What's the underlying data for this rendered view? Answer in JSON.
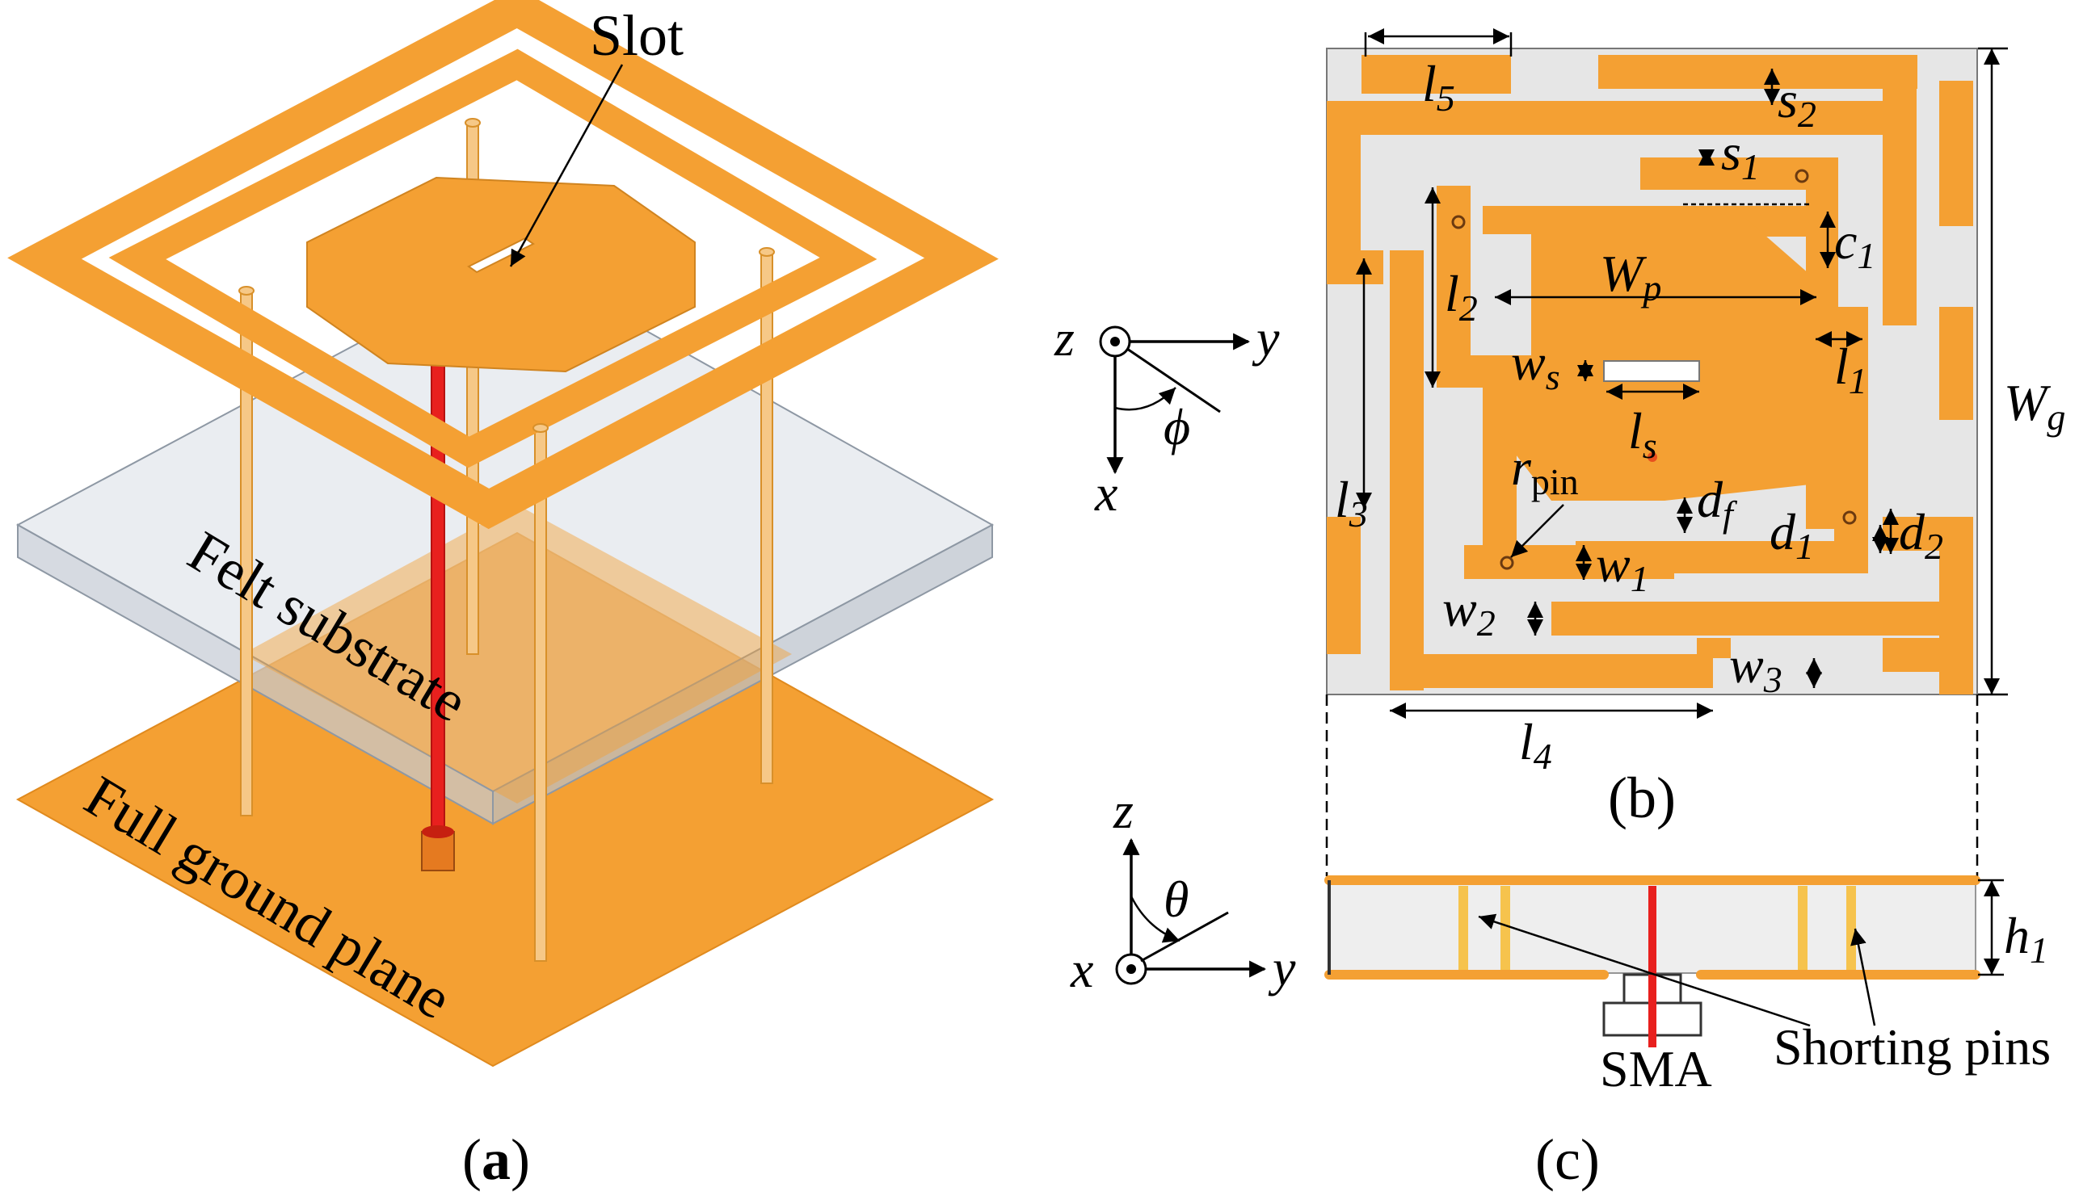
{
  "colors": {
    "copper": "#F4A033",
    "copper_dark": "#E8952A",
    "gap": "#E6E6E6",
    "feed": "#E8201E",
    "pin": "#F6C34D",
    "substrate": "#CDD3DB"
  },
  "panel_a": {
    "caption_open": "(",
    "caption_letter": "a",
    "caption_close": ")",
    "slot_label": "Slot",
    "substrate_label": "Felt substrate",
    "ground_label": "Full ground plane"
  },
  "panel_b": {
    "caption": "(b)",
    "labels": {
      "l5": "5",
      "s2": "2",
      "s1": "1",
      "c1": "1",
      "Wp": "p",
      "l2": "2",
      "ws": "s",
      "ls": "s",
      "l1": "1",
      "Wg": "g",
      "l3": "3",
      "rpin": "pin",
      "df": "f",
      "d1": "1",
      "d2": "2",
      "w1": "1",
      "w2": "2",
      "w3": "3",
      "l4": "4"
    },
    "axes": {
      "z": "z",
      "y": "y",
      "x": "x",
      "phi": "ϕ"
    }
  },
  "panel_c": {
    "caption": "(c)",
    "h1": "1",
    "sma_label": "SMA",
    "pins_label": "Shorting pins",
    "axes": {
      "z": "z",
      "y": "y",
      "x": "x",
      "theta": "θ"
    }
  }
}
